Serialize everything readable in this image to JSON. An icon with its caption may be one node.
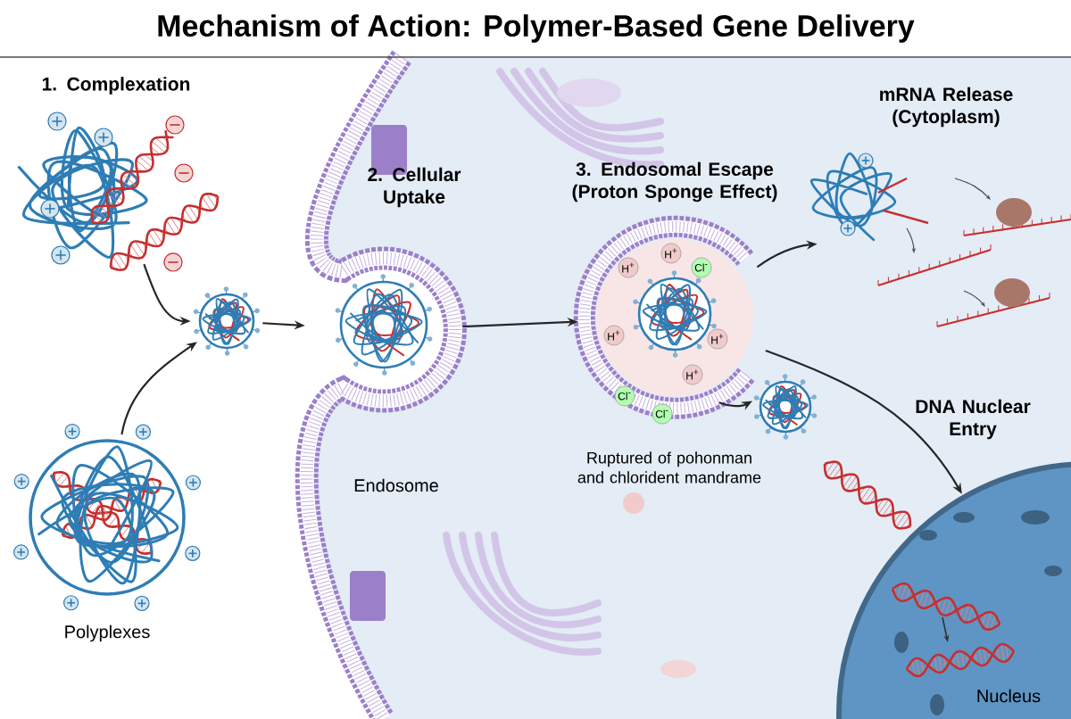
{
  "diagram": {
    "title": "Mechanism of Action: Polymer-Based Gene Delivery",
    "nodes": [
      {
        "text": [
          "1. Complexation"
        ]
      },
      {
        "text": [
          "Polyplexes"
        ]
      },
      {
        "text": [],
        "shape": "circle"
      },
      {
        "text": [
          "2. Cellular Uptake",
          "Endosome"
        ]
      },
      {
        "text": [
          "3. Endosomal Escape (Proton Sponge Effect)"
        ]
      },
      {
        "text": [
          "mRNA Release (Cytoplasm)"
        ]
      },
      {
        "text": [
          "Nucleus"
        ],
        "beside": [
          "DNA Nuclear Entry"
        ]
      },
      {
        "text": [],
        "shape": "circle"
      }
    ],
    "edges": [
      {
        "from": 0,
        "to": 2,
        "arrow": "to"
      },
      {
        "from": 1,
        "to": 2,
        "arrow": "to"
      },
      {
        "from": 2,
        "to": 3,
        "arrow": "to"
      },
      {
        "from": 3,
        "to": 4,
        "arrow": "to"
      },
      {
        "from": 4,
        "to": 7,
        "arrow": "to"
      },
      {
        "from": 4,
        "to": 5,
        "arrow": "to"
      },
      {
        "from": 4,
        "to": 6,
        "arrow": "to"
      }
    ],
    "labels": [
      "H$^{+}$",
      "H$^{+}$",
      "Cl$^{-}$",
      "H$^{+}$",
      "H$^{+}$",
      "Cl$^{-}$",
      "Cl$^{-}$",
      "H$^{+}$",
      "Ruptured of pohonman and chlorident mandrame"
    ]
  }
}
